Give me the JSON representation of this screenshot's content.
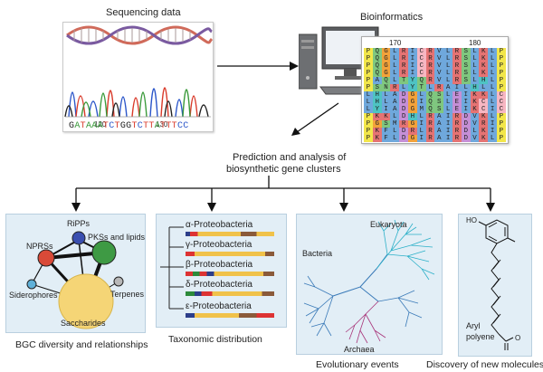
{
  "top": {
    "sequencing_label": "Sequencing data",
    "bioinformatics_label": "Bioinformatics",
    "prediction_label_line1": "Prediction and analysis of",
    "prediction_label_line2": "biosynthetic gene clusters"
  },
  "sequencing": {
    "tick_left": "120",
    "tick_right": "130",
    "bases": [
      "G",
      "A",
      "T",
      "A",
      "A",
      "A",
      "T",
      "C",
      "T",
      "G",
      "G",
      "T",
      "C",
      "T",
      "T",
      "A",
      "T",
      "T",
      "T",
      "C",
      "C"
    ],
    "base_colors": {
      "A": "#3a9a3a",
      "T": "#d93a2a",
      "G": "#222222",
      "C": "#2a55c9"
    }
  },
  "alignment": {
    "tick_left": "170",
    "tick_right": "180",
    "rows": [
      "PQGLRICRVLRSLKLP",
      "PQGLRICRVLRSLKLP",
      "PQGLRICRVLRSLKLP",
      "PQGLRICRVLRSLKLP",
      "PAQLTYQRVLRSLHLP",
      "PSNRLYTLRAILHLLP",
      "LHLADGLQSLEIKKLC",
      "LHLADGIQSLEIKCLC",
      "LYIADGMQSLEIKCIC",
      "PKKLDHLRAIRDVKLP",
      "PGSMRGIRAIRDVRIP",
      "PKFLDRLRAIRDLKIP",
      "PKFLDGIRAIRDVKLP"
    ]
  },
  "panels": {
    "bgc": {
      "caption": "BGC diversity and relationships",
      "nodes": {
        "ripps": "RiPPs",
        "nprs": "NPRSs",
        "pks": "PKSs and lipids",
        "siderophores": "Siderophores",
        "terpenes": "Terpenes",
        "saccharides": "Saccharides"
      }
    },
    "taxonomy": {
      "caption": "Taxonomic distribution",
      "rows": [
        "α-Proteobacteria",
        "γ-Proteobacteria",
        "β-Proteobacteria",
        "δ-Proteobacteria",
        "ε-Proteobacteria"
      ]
    },
    "evolution": {
      "caption": "Evolutionary events",
      "eukaryota": "Eukaryota",
      "bacteria": "Bacteria",
      "archaea": "Archaea"
    },
    "molecule": {
      "caption": "Discovery of new molecules",
      "ho": "HO",
      "name_line1": "Aryl",
      "name_line2": "polyene",
      "o": "O"
    }
  },
  "colors": {
    "panel_bg": "#e2eef6",
    "arrow": "#111111"
  }
}
